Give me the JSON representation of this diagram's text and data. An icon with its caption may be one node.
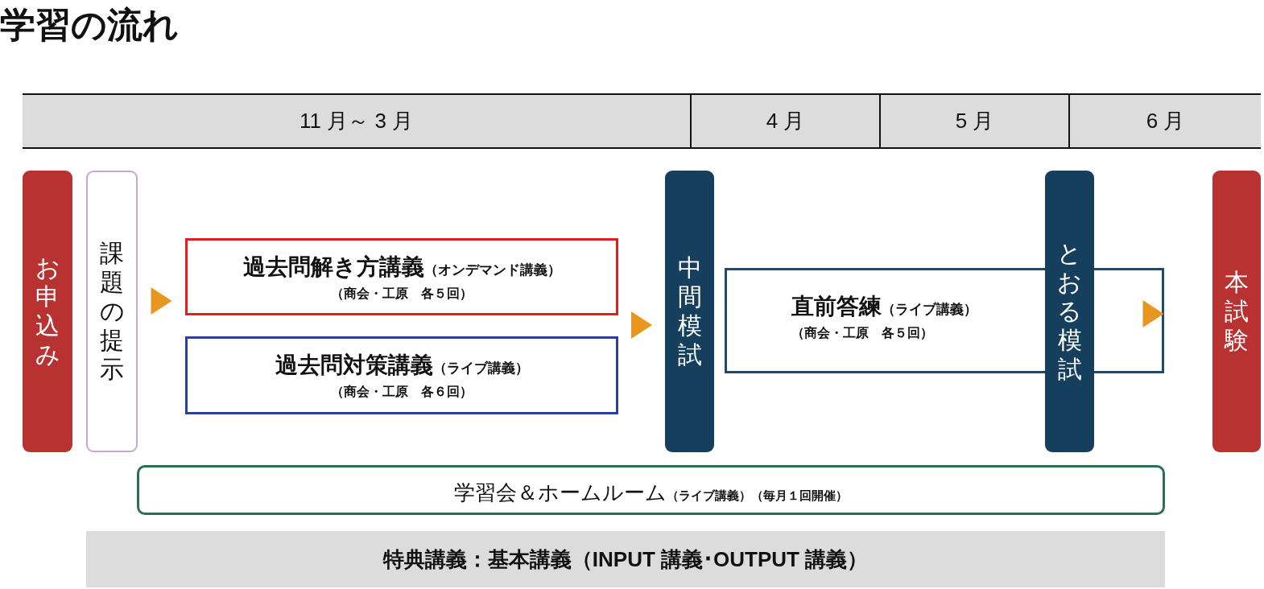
{
  "diagram": {
    "title": "学習の流れ",
    "nodes": [
      {
        "text": [
          "お申込み"
        ]
      },
      {
        "text": [
          "課題の提示"
        ]
      },
      {
        "text": [
          "過去問解き方講義",
          "（オンデマンド講義）",
          "（商会・工原　各５回）"
        ]
      },
      {
        "text": [
          "過去問対策講義",
          "（ライブ講義）",
          "（商会・工原　各６回）"
        ]
      },
      {
        "text": [
          "中間模試"
        ]
      },
      {
        "text": [
          "直前答練",
          "（ライブ講義）",
          "（商会・工原　各５回）"
        ]
      },
      {
        "text": [
          "とおる模試"
        ]
      },
      {
        "text": [
          "本試験"
        ]
      },
      {
        "text": [
          "学習会＆ホームルーム",
          "（ライブ講義）（毎月１回開催）"
        ]
      },
      {
        "text": [
          "特典講義：基本講義（INPUT 講義･OUTPUT 講義）"
        ]
      }
    ],
    "edges": [
      {
        "from": 1,
        "to": 2,
        "arrow": "to"
      },
      {
        "from": 1,
        "to": 3,
        "arrow": "to"
      },
      {
        "from": 2,
        "to": 4,
        "arrow": "to"
      },
      {
        "from": 3,
        "to": 4,
        "arrow": "to"
      },
      {
        "from": 6,
        "to": 7,
        "arrow": "to"
      }
    ],
    "labels": [
      "11 月～ 3 月",
      "4 月",
      "5 月",
      "6 月"
    ]
  }
}
